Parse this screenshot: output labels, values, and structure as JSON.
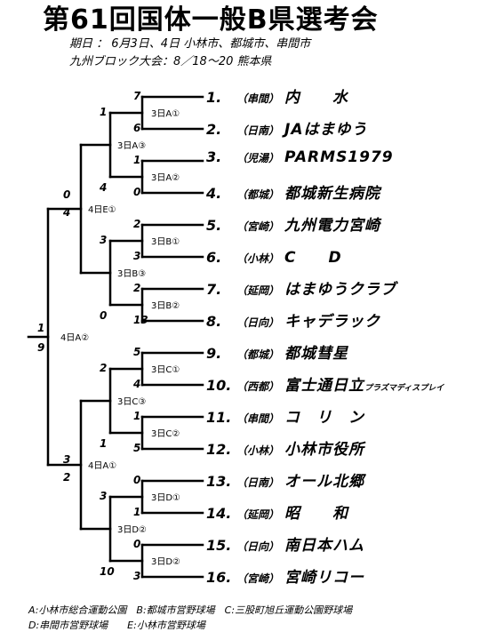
{
  "title": "第61回国体一般B県選考会",
  "info": {
    "dates": "期日 ： 6月3日、4日 小林市、都城市、串間市",
    "block": "九州ブロック大会：8／18～20 熊本県"
  },
  "teams": [
    {
      "num": "1.",
      "pref": "（串間）",
      "name": "内　　水"
    },
    {
      "num": "2.",
      "pref": "（日南）",
      "name": "JAはまゆう"
    },
    {
      "num": "3.",
      "pref": "（児湯）",
      "name": "PARMS1979"
    },
    {
      "num": "4.",
      "pref": "（都城）",
      "name": "都城新生病院"
    },
    {
      "num": "5.",
      "pref": "（宮崎）",
      "name": "九州電力宮崎"
    },
    {
      "num": "6.",
      "pref": "（小林）",
      "name": "C　　D"
    },
    {
      "num": "7.",
      "pref": "（延岡）",
      "name": "はまゆうクラブ"
    },
    {
      "num": "8.",
      "pref": "（日向）",
      "name": "キャデラック"
    },
    {
      "num": "9.",
      "pref": "（都城）",
      "name": "都城彗星"
    },
    {
      "num": "10.",
      "pref": "（西都）",
      "name": "富士通日立",
      "name_small": "プラズマディスプレイ"
    },
    {
      "num": "11.",
      "pref": "（串間）",
      "name": "コ　リ　ン"
    },
    {
      "num": "12.",
      "pref": "（小林）",
      "name": "小林市役所"
    },
    {
      "num": "13.",
      "pref": "（日南）",
      "name": "オール北郷"
    },
    {
      "num": "14.",
      "pref": "（延岡）",
      "name": "昭　　和"
    },
    {
      "num": "15.",
      "pref": "（日向）",
      "name": "南日本ハム"
    },
    {
      "num": "16.",
      "pref": "（宮崎）",
      "name": "宮崎リコー"
    }
  ],
  "games": {
    "r1": [
      "3日A①",
      "3日A②",
      "3日B①",
      "3日B②",
      "3日C①",
      "3日C②",
      "3日D①",
      "3日D②"
    ],
    "qf": [
      "3日A③",
      "3日B③",
      "3日C③",
      "3日D②"
    ],
    "sf": [
      "4日E①",
      "4日A①"
    ],
    "final": "4日A②"
  },
  "scores": {
    "r1": [
      [
        "7",
        "6"
      ],
      [
        "1",
        "0"
      ],
      [
        "2",
        "3"
      ],
      [
        "2",
        "13"
      ],
      [
        "5",
        "4"
      ],
      [
        "1",
        "5"
      ],
      [
        "0",
        "1"
      ],
      [
        "0",
        "3"
      ]
    ],
    "qf": [
      [
        "1",
        "4"
      ],
      [
        "3",
        "0"
      ],
      [
        "2",
        "1"
      ],
      [
        "3",
        "10"
      ]
    ],
    "sf": [
      [
        "0",
        "4"
      ],
      [
        "3",
        "2"
      ]
    ],
    "final": [
      "1",
      "9"
    ]
  },
  "footer": {
    "line1": "A:小林市総合運動公園　B:都城市営野球場　C:三股町旭丘運動公園野球場",
    "line2": "D:串間市営野球場　　E:小林市営野球場"
  }
}
